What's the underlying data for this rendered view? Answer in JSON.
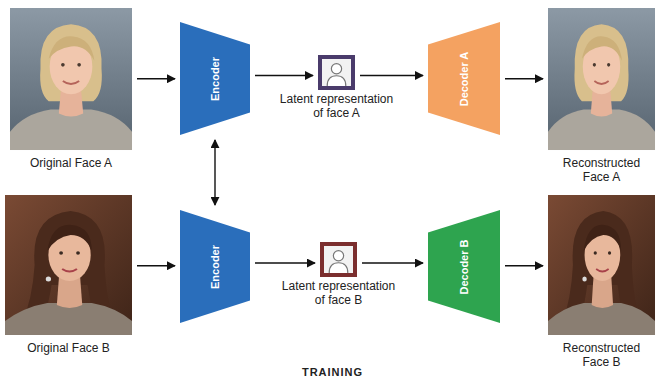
{
  "diagram": {
    "caption": "TRAINING",
    "nodes": [
      {
        "text": [
          "Original Face A"
        ]
      },
      {
        "text": [
          "Encoder"
        ]
      },
      {
        "text": [
          "Latent representation of face A"
        ]
      },
      {
        "text": [
          "Decoder A"
        ]
      },
      {
        "text": [
          "Reconstructed Face A"
        ]
      },
      {
        "text": [
          "Original Face B"
        ]
      },
      {
        "text": [
          "Encoder"
        ]
      },
      {
        "text": [
          "Latent representation of face B"
        ]
      },
      {
        "text": [
          "Decoder B"
        ]
      },
      {
        "text": [
          "Reconstructed Face B"
        ]
      }
    ],
    "edges": [
      {
        "from": 0,
        "to": 1,
        "arrow": "to"
      },
      {
        "from": 1,
        "to": 2,
        "arrow": "to"
      },
      {
        "from": 2,
        "to": 3,
        "arrow": "to"
      },
      {
        "from": 3,
        "to": 4,
        "arrow": "to"
      },
      {
        "from": 5,
        "to": 6,
        "arrow": "to"
      },
      {
        "from": 6,
        "to": 7,
        "arrow": "to"
      },
      {
        "from": 7,
        "to": 8,
        "arrow": "to"
      },
      {
        "from": 8,
        "to": 9,
        "arrow": "to"
      },
      {
        "from": 1,
        "to": 6,
        "arrow": "both"
      }
    ]
  }
}
